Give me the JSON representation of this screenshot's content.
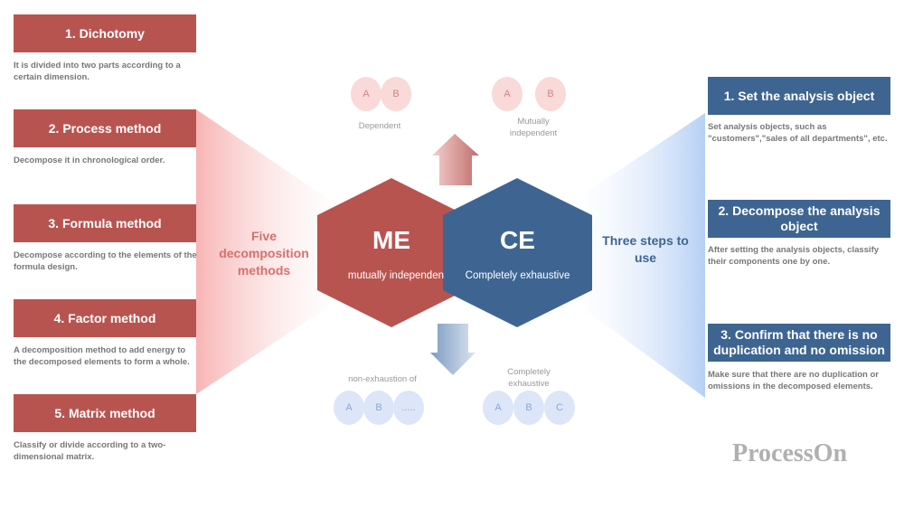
{
  "left": {
    "title": "Five decomposition methods",
    "items": [
      {
        "label": "1. Dichotomy",
        "desc": "It is divided into two parts according to a certain dimension."
      },
      {
        "label": "2. Process method",
        "desc": "Decompose it in chronological order."
      },
      {
        "label": "3. Formula method",
        "desc": "Decompose according to the elements of the formula design."
      },
      {
        "label": "4. Factor method",
        "desc": "A decomposition method to add energy to the decomposed elements to form a whole."
      },
      {
        "label": "5. Matrix method",
        "desc": "Classify or divide according to a two-dimensional matrix."
      }
    ]
  },
  "right": {
    "title": "Three steps to use",
    "items": [
      {
        "label": "1. Set the analysis object",
        "desc": "Set analysis objects, such as \"customers\",\"sales of all departments\", etc."
      },
      {
        "label": "2. Decompose the analysis object",
        "desc": "After setting the analysis objects, classify their components one by one."
      },
      {
        "label": "3. Confirm that there is no duplication and no omission",
        "desc": "Make sure that there are no duplication or omissions in the decomposed elements."
      }
    ]
  },
  "me": {
    "title": "ME",
    "subtitle": "mutually independen"
  },
  "ce": {
    "title": "CE",
    "subtitle": "Completely exhaustive"
  },
  "top": {
    "dependent": "Dependent",
    "independent": "Mutually independent",
    "a": "A",
    "b": "B"
  },
  "bottom": {
    "non": "non-exhaustion of",
    "complete": "Completely exhaustive",
    "a": "A",
    "b": "B",
    "c": "C",
    "dots": "....."
  },
  "watermark": "ProcessOn",
  "colors": {
    "red": "#b85450",
    "blue": "#3e6592"
  }
}
